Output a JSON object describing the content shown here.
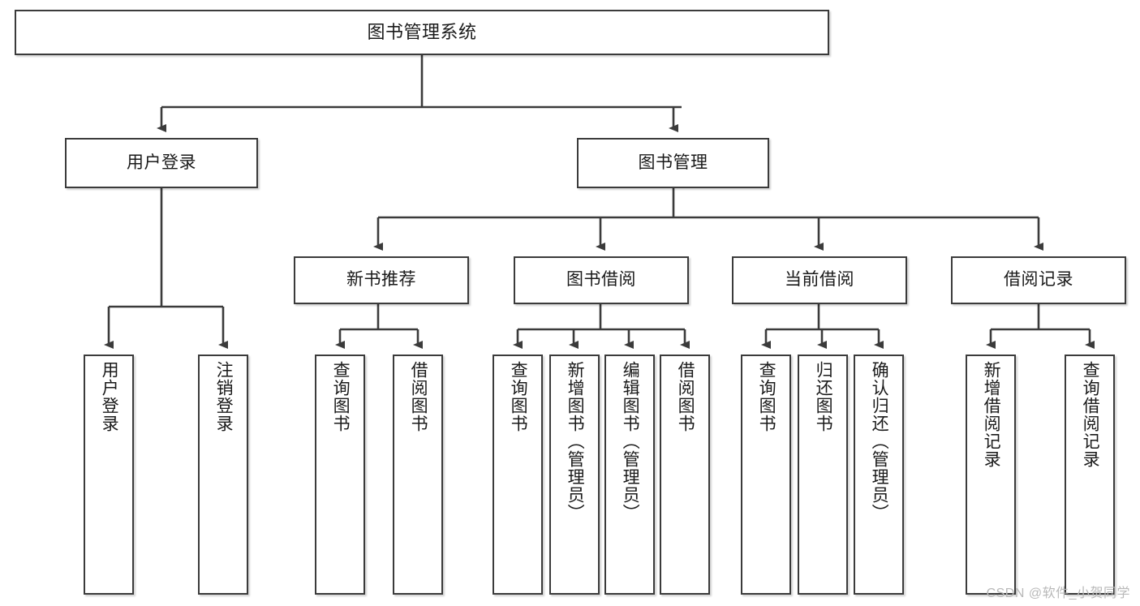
{
  "diagram": {
    "title": "图书管理系统",
    "type": "tree-hierarchy",
    "watermark": "CSDN @软件_小贺同学",
    "colors": {
      "box_border": "#3b3b3b",
      "box_fill": "#ffffff",
      "connector": "#3b3b3b",
      "text": "#1a1a1a",
      "watermark": "#b9b9b9"
    },
    "root": {
      "label": "图书管理系统"
    },
    "level1": [
      {
        "label": "用户登录"
      },
      {
        "label": "图书管理"
      }
    ],
    "level2": [
      {
        "label": "新书推荐"
      },
      {
        "label": "图书借阅"
      },
      {
        "label": "当前借阅"
      },
      {
        "label": "借阅记录"
      }
    ],
    "leaves": {
      "user_login": [
        {
          "label": "用户登录"
        },
        {
          "label": "注销登录"
        }
      ],
      "new_book_recommend": [
        {
          "label": "查询图书"
        },
        {
          "label": "借阅图书"
        }
      ],
      "book_borrow": [
        {
          "label": "查询图书"
        },
        {
          "label": "新增图书（管理员）"
        },
        {
          "label": "编辑图书（管理员）"
        },
        {
          "label": "借阅图书"
        }
      ],
      "current_borrow": [
        {
          "label": "查询图书"
        },
        {
          "label": "归还图书"
        },
        {
          "label": "确认归还（管理员）"
        }
      ],
      "borrow_records": [
        {
          "label": "新增借阅记录"
        },
        {
          "label": "查询借阅记录"
        }
      ]
    }
  }
}
